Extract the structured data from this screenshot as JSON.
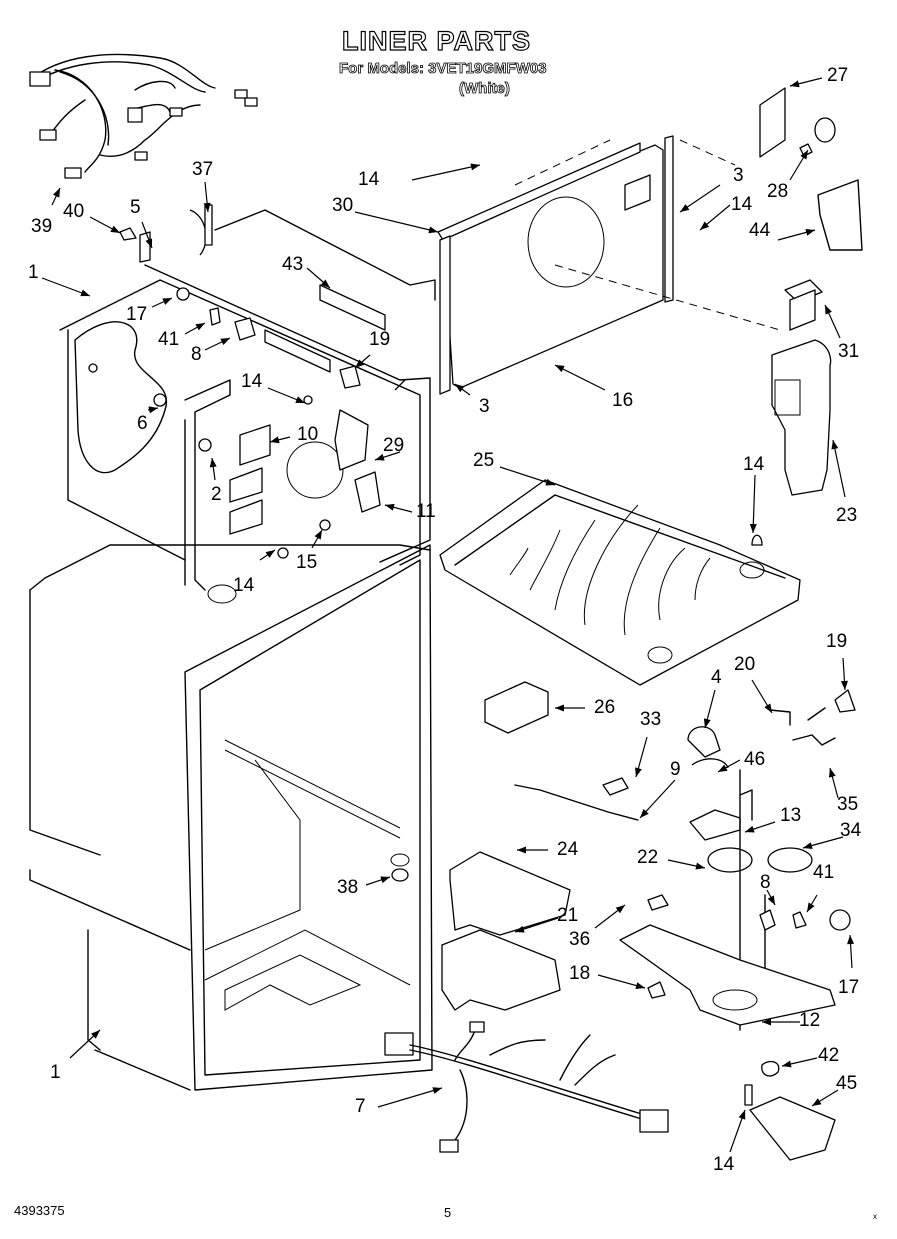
{
  "header": {
    "title": "LINER PARTS",
    "models": "For Models: 3VET19GMFW03",
    "color": "(White)"
  },
  "footer": {
    "doc_number": "4393375",
    "page_number": "5",
    "mark": "x"
  },
  "callouts": [
    {
      "id": "c27",
      "label": "27",
      "part": "27"
    },
    {
      "id": "c14a",
      "label": "14",
      "part": "14"
    },
    {
      "id": "c3a",
      "label": "3",
      "part": "3"
    },
    {
      "id": "c30",
      "label": "30",
      "part": "30"
    },
    {
      "id": "c14b",
      "label": "14",
      "part": "14"
    },
    {
      "id": "c28",
      "label": "28",
      "part": "28"
    },
    {
      "id": "c37",
      "label": "37",
      "part": "37"
    },
    {
      "id": "c39",
      "label": "39",
      "part": "39"
    },
    {
      "id": "c40",
      "label": "40",
      "part": "40"
    },
    {
      "id": "c5",
      "label": "5",
      "part": "5"
    },
    {
      "id": "c44",
      "label": "44",
      "part": "44"
    },
    {
      "id": "c1a",
      "label": "1",
      "part": "1"
    },
    {
      "id": "c43",
      "label": "43",
      "part": "43"
    },
    {
      "id": "c17a",
      "label": "17",
      "part": "17"
    },
    {
      "id": "c41a",
      "label": "41",
      "part": "41"
    },
    {
      "id": "c8a",
      "label": "8",
      "part": "8"
    },
    {
      "id": "c19a",
      "label": "19",
      "part": "19"
    },
    {
      "id": "c31",
      "label": "31",
      "part": "31"
    },
    {
      "id": "c14c",
      "label": "14",
      "part": "14"
    },
    {
      "id": "c16",
      "label": "16",
      "part": "16"
    },
    {
      "id": "c6",
      "label": "6",
      "part": "6"
    },
    {
      "id": "c10",
      "label": "10",
      "part": "10"
    },
    {
      "id": "c3b",
      "label": "3",
      "part": "3"
    },
    {
      "id": "c29",
      "label": "29",
      "part": "29"
    },
    {
      "id": "c25",
      "label": "25",
      "part": "25"
    },
    {
      "id": "c14d",
      "label": "14",
      "part": "14"
    },
    {
      "id": "c2",
      "label": "2",
      "part": "2"
    },
    {
      "id": "c11",
      "label": "11",
      "part": "11"
    },
    {
      "id": "c23",
      "label": "23",
      "part": "23"
    },
    {
      "id": "c14e",
      "label": "14",
      "part": "14"
    },
    {
      "id": "c15",
      "label": "15",
      "part": "15"
    },
    {
      "id": "c19b",
      "label": "19",
      "part": "19"
    },
    {
      "id": "c4",
      "label": "4",
      "part": "4"
    },
    {
      "id": "c20",
      "label": "20",
      "part": "20"
    },
    {
      "id": "c26",
      "label": "26",
      "part": "26"
    },
    {
      "id": "c33",
      "label": "33",
      "part": "33"
    },
    {
      "id": "c46",
      "label": "46",
      "part": "46"
    },
    {
      "id": "c9",
      "label": "9",
      "part": "9"
    },
    {
      "id": "c35",
      "label": "35",
      "part": "35"
    },
    {
      "id": "c13",
      "label": "13",
      "part": "13"
    },
    {
      "id": "c34",
      "label": "34",
      "part": "34"
    },
    {
      "id": "c24",
      "label": "24",
      "part": "24"
    },
    {
      "id": "c22",
      "label": "22",
      "part": "22"
    },
    {
      "id": "c8b",
      "label": "8",
      "part": "8"
    },
    {
      "id": "c41b",
      "label": "41",
      "part": "41"
    },
    {
      "id": "c38",
      "label": "38",
      "part": "38"
    },
    {
      "id": "c36",
      "label": "36",
      "part": "36"
    },
    {
      "id": "c21",
      "label": "21",
      "part": "21"
    },
    {
      "id": "c17b",
      "label": "17",
      "part": "17"
    },
    {
      "id": "c18",
      "label": "18",
      "part": "18"
    },
    {
      "id": "c12",
      "label": "12",
      "part": "12"
    },
    {
      "id": "c42",
      "label": "42",
      "part": "42"
    },
    {
      "id": "c1b",
      "label": "1",
      "part": "1"
    },
    {
      "id": "c45",
      "label": "45",
      "part": "45"
    },
    {
      "id": "c7",
      "label": "7",
      "part": "7"
    },
    {
      "id": "c14f",
      "label": "14",
      "part": "14"
    }
  ]
}
